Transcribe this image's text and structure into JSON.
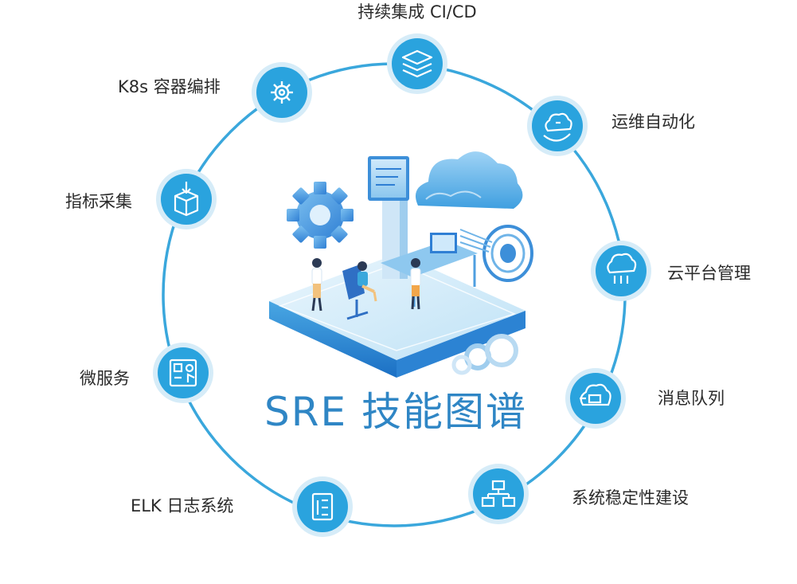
{
  "title": "SRE 技能图谱",
  "colors": {
    "ring": "#3aa7dc",
    "node_fill": "#2aa3de",
    "node_halo": "#d6ecf8",
    "label": "#2b2b2b",
    "title": "#2f86c5"
  },
  "nodes": [
    {
      "label": "持续集成 CI/CD",
      "icon": "layers-icon"
    },
    {
      "label": "运维自动化",
      "icon": "cloud-sync-icon"
    },
    {
      "label": "云平台管理",
      "icon": "cloud-network-icon"
    },
    {
      "label": "消息队列",
      "icon": "cloud-message-icon"
    },
    {
      "label": "系统稳定性建设",
      "icon": "hierarchy-icon"
    },
    {
      "label": "ELK 日志系统",
      "icon": "document-icon"
    },
    {
      "label": "微服务",
      "icon": "microservice-icon"
    },
    {
      "label": "指标采集",
      "icon": "collect-box-icon"
    },
    {
      "label": "K8s 容器编排",
      "icon": "gear-icon"
    }
  ]
}
